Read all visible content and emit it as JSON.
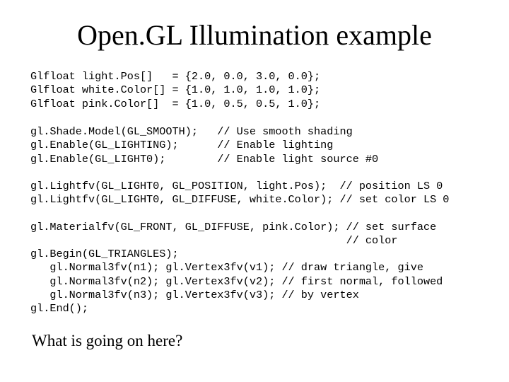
{
  "slide": {
    "title": "Open.GL Illumination example",
    "question": "What is going on here?"
  },
  "code": {
    "declarations": [
      "Glfloat light.Pos[]   = {2.0, 0.0, 3.0, 0.0};",
      "Glfloat white.Color[] = {1.0, 1.0, 1.0, 1.0};",
      "Glfloat pink.Color[]  = {1.0, 0.5, 0.5, 1.0};"
    ],
    "shading": [
      "gl.Shade.Model(GL_SMOOTH);   // Use smooth shading",
      "gl.Enable(GL_LIGHTING);      // Enable lighting",
      "gl.Enable(GL_LIGHT0);        // Enable light source #0"
    ],
    "lights": [
      "gl.Lightfv(GL_LIGHT0, GL_POSITION, light.Pos);  // position LS 0",
      "gl.Lightfv(GL_LIGHT0, GL_DIFFUSE, white.Color); // set color LS 0"
    ],
    "material": [
      "gl.Materialfv(GL_FRONT, GL_DIFFUSE, pink.Color); // set surface",
      "                                                 // color"
    ],
    "triangle": [
      "gl.Begin(GL_TRIANGLES);",
      "   gl.Normal3fv(n1); gl.Vertex3fv(v1); // draw triangle, give",
      "   gl.Normal3fv(n2); gl.Vertex3fv(v2); // first normal, followed",
      "   gl.Normal3fv(n3); gl.Vertex3fv(v3); // by vertex",
      "gl.End();"
    ]
  }
}
